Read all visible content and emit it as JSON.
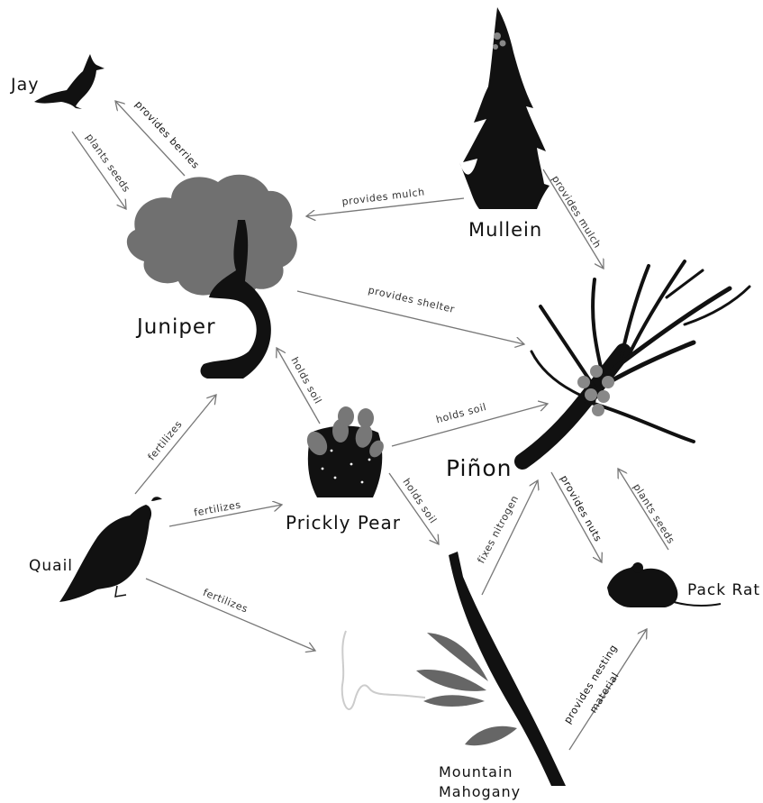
{
  "nodes": {
    "jay": {
      "label": "Jay"
    },
    "juniper": {
      "label": "Juniper"
    },
    "mullein": {
      "label": "Mullein"
    },
    "pinon": {
      "label": "Piñon"
    },
    "prickly_pear": {
      "label": "Prickly Pear"
    },
    "quail": {
      "label": "Quail"
    },
    "pack_rat": {
      "label": "Pack Rat"
    },
    "mountain_mahogany": {
      "label_line1": "Mountain",
      "label_line2": "Mahogany"
    }
  },
  "edges": {
    "juniper_jay": "provides berries",
    "jay_juniper": "plants seeds",
    "mullein_juniper": "provides mulch",
    "mullein_pinon": "provides mulch",
    "juniper_pinon": "provides shelter",
    "pricklypear_juniper": "holds soil",
    "pricklypear_pinon": "holds soil",
    "pricklypear_mahogany": "holds soil",
    "quail_juniper": "fertilizes",
    "quail_pricklypear": "fertilizes",
    "quail_mahogany": "fertilizes",
    "mahogany_pinon": "fixes nitrogen",
    "pinon_packrat": "provides nuts",
    "packrat_pinon": "plants seeds",
    "mahogany_packrat_line1": "provides nesting",
    "mahogany_packrat_line2": "material"
  }
}
